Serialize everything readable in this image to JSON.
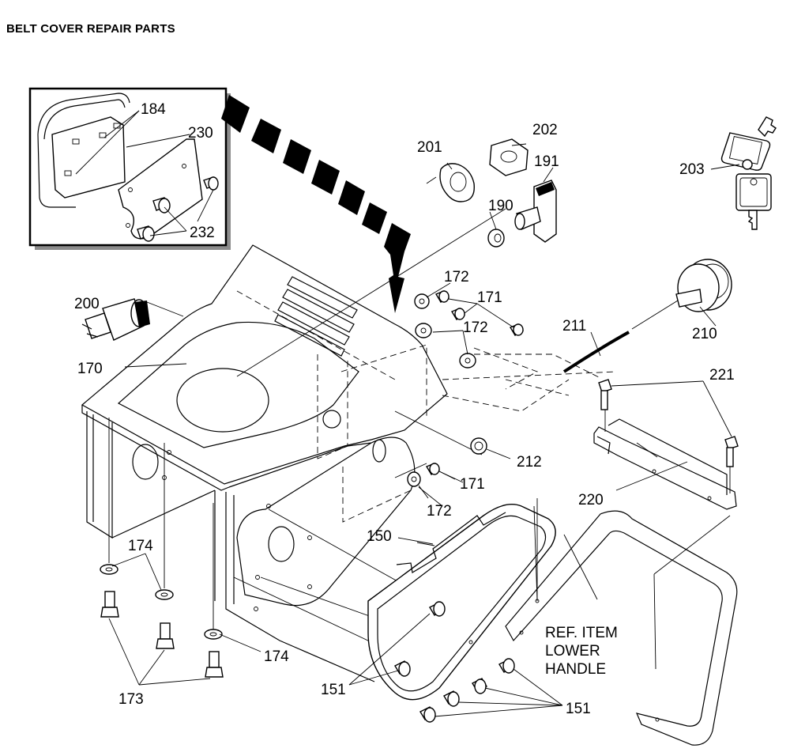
{
  "header": {
    "title": "BELT COVER REPAIR PARTS"
  },
  "callouts": {
    "c184": "184",
    "c230": "230",
    "c232": "232",
    "c201": "201",
    "c202": "202",
    "c191": "191",
    "c190": "190",
    "c203": "203",
    "c200": "200",
    "c170": "170",
    "c172a": "172",
    "c171a": "171",
    "c172b": "172",
    "c211": "211",
    "c210": "210",
    "c221": "221",
    "c212": "212",
    "c171b": "171",
    "c172c": "172",
    "c220": "220",
    "c150": "150",
    "c174a": "174",
    "c174b": "174",
    "c173": "173",
    "c151a": "151",
    "c151b": "151"
  },
  "reference_note": {
    "line1": "REF. ITEM",
    "line2": "LOWER",
    "line3": "HANDLE"
  }
}
